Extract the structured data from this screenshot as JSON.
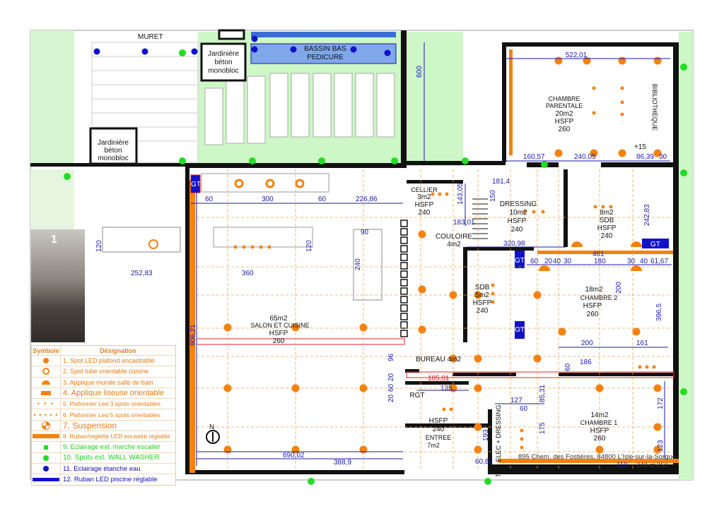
{
  "site": {
    "muret": "MURET",
    "pool": "BASSIN BAS",
    "pool2": "PEDICURE",
    "planter": [
      "Jardinière",
      "béton",
      "monobloc"
    ],
    "address": "895 Chem. des Fostières, 84800 L'Isle-sur-la-Sorgue",
    "address2": "248 et 250",
    "north": "N",
    "photo_label": "1"
  },
  "rooms": {
    "parentale": [
      "CHAMBRE",
      "PARENTALE",
      "20m2",
      "HSFP",
      "260"
    ],
    "bibliotheque": "BIBLIOTHEQUE",
    "cellier": [
      "CELLIER",
      "3m2",
      "HSFP",
      "240"
    ],
    "dressing": [
      "DRESSING",
      "10m2",
      "HSFP",
      "240"
    ],
    "sdb1": [
      "8m2",
      "SDB",
      "HSFP",
      "240"
    ],
    "couloire": [
      "COULOIRE",
      "4m2"
    ],
    "salon": [
      "65m2",
      "SALON ET CUISINE",
      "HSFP",
      "260"
    ],
    "sdb2": [
      "SDB",
      "5m2",
      "HSFP",
      "240"
    ],
    "chambre2": [
      "18m2",
      "CHAMBRE 2",
      "HSFP",
      "260"
    ],
    "bureau": "BUREAU 4m2",
    "rgt": "RGT",
    "entree": [
      "HSFP",
      "240",
      "ENTREE",
      "7m2"
    ],
    "chambre1": [
      "14m2",
      "CHAMBRE 1",
      "HSFP",
      "260"
    ],
    "tab": "TAB. ELEC + DRESSING",
    "gt": "GT"
  },
  "dims": {
    "d522": "522,01",
    "d160": "160,57",
    "d240a": "240,05",
    "d86": "86,39",
    "d30": "30",
    "p15": "+15",
    "d600": "600",
    "k60": "60",
    "k300": "300",
    "d226": "226,86",
    "d90": "90",
    "d120": "120",
    "d240": "240",
    "d360": "360",
    "d252": "252,83",
    "d181": "181,4",
    "d143": "143,05",
    "d150": "150",
    "d183": "183,01",
    "d320": "320,98",
    "d461": "461",
    "d20": "20",
    "d40": "40",
    "d180": "180",
    "d61": "61,67",
    "d242": "242,83",
    "d200": "200",
    "d396": "396,5",
    "d161": "161",
    "d186": "186",
    "d105": "105,01",
    "d135": "135",
    "d96": "96",
    "d85": "85,31",
    "d127": "127",
    "d175": "175",
    "d193": "193",
    "d172": "172",
    "d123": "123",
    "d60_82": "60,82",
    "d690": "690,02",
    "d388": "388,9",
    "d906": "906,21",
    "d118": "118"
  },
  "legend": {
    "header": [
      "Symbole",
      "Désignation"
    ],
    "items": [
      "1. Spot LED plafond encastrable",
      "2. Spot tube orientable cuisine",
      "3. Applique murale salle de bain",
      "4. Applique liseuse orientable",
      "5. Plafonnier Led 3 spots orientables",
      "6. Plafonnier Led 5 spots orientables",
      "7. Suspension",
      "8. Ruban/reglette LED encastré réglable",
      "9. Eclairage ext. marche escalier",
      "10. Spots ext. WALL WASHER",
      "11. Eclairage étanche eau",
      "12. Ruban LED piscine réglable"
    ]
  },
  "colors": {
    "spot": "#f5820f",
    "green": "#22dd22",
    "blue": "#1111cc",
    "lawn": "#cdf7c6",
    "wall": "#111111"
  }
}
